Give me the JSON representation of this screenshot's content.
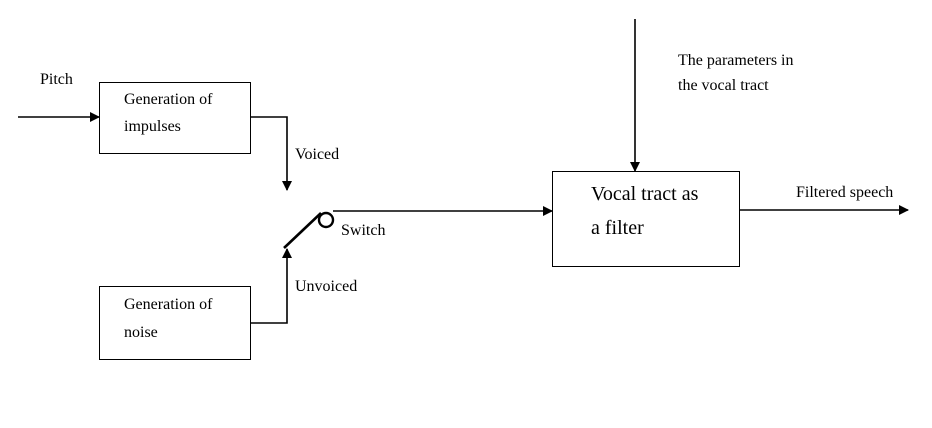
{
  "diagram": {
    "inputs": {
      "pitch": "Pitch",
      "vocal_tract_params": [
        "The parameters in",
        "the vocal tract"
      ]
    },
    "blocks": {
      "impulses": [
        "Generation of",
        "impulses"
      ],
      "noise": [
        "Generation of",
        "noise"
      ],
      "filter": [
        "Vocal tract as",
        "a filter"
      ]
    },
    "labels": {
      "voiced": "Voiced",
      "unvoiced": "Unvoiced",
      "switch": "Switch",
      "output": "Filtered speech"
    }
  }
}
